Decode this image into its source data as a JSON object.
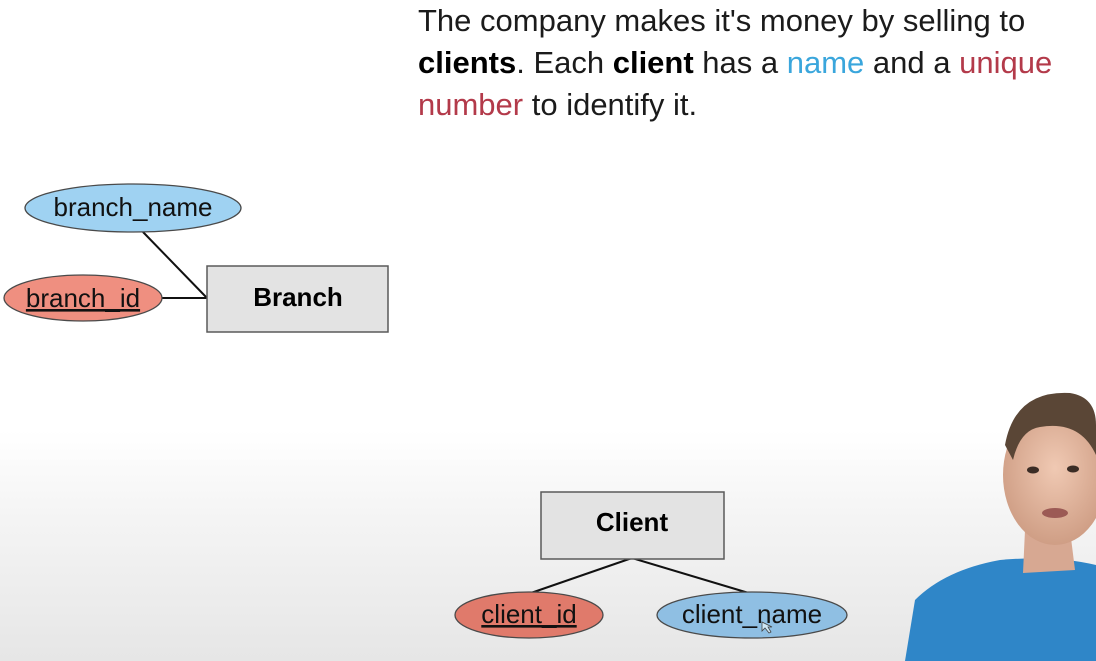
{
  "caption": {
    "t1": "The company makes it's money by selling to ",
    "b1": "clients",
    "t2": ". Each ",
    "b2": "client",
    "t3": " has a ",
    "name_word": "name",
    "t4": " and a ",
    "number_word": "unique number",
    "t5": " to identify it."
  },
  "entities": {
    "branch": "Branch",
    "client": "Client"
  },
  "attributes": {
    "branch_name": "branch_name",
    "branch_id": "branch_id",
    "client_id": "client_id",
    "client_name": "client_name"
  },
  "colors": {
    "name_highlight": "#3aa6dc",
    "number_highlight": "#b33a4a",
    "attribute_blue": "#9fd2f2",
    "attribute_red": "#ef8f80",
    "entity_fill": "#e3e3e3"
  }
}
